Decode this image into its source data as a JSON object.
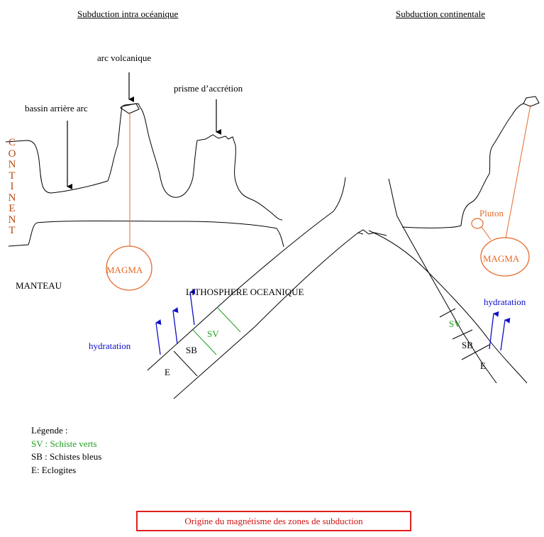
{
  "titles": {
    "left": "Subduction intra océanique",
    "right": "Subduction  continentale"
  },
  "labels": {
    "arc_volcanique": "arc volcanique",
    "prisme": "prisme d’accrétion",
    "bassin": "bassin  arrière arc",
    "continent": "CONTINENT",
    "manteau": "MANTEAU",
    "lithosphere": "LITHOSPHERE OCEANIQUE",
    "magma_left": "MAGMA",
    "magma_right": "MAGMA",
    "pluton": "Pluton",
    "hydratation_left": "hydratation",
    "hydratation_right": "hydratation",
    "sv_left": "SV",
    "sb_left": "SB",
    "e_left": "E",
    "sv_right": "SV",
    "sb_right": "SB",
    "e_right": "E"
  },
  "legend": {
    "title": "Légende :",
    "sv": "SV : Schiste verts",
    "sb": "SB : Schistes bleus",
    "e": "E: Eclogites"
  },
  "caption": "Origine du magnétisme des zones de subduction",
  "colors": {
    "magma": "#e46a2a",
    "hydratation": "#1010c8",
    "schiste_vert": "#20a020",
    "caption_border": "#e02020",
    "continent": "#b84a12"
  }
}
